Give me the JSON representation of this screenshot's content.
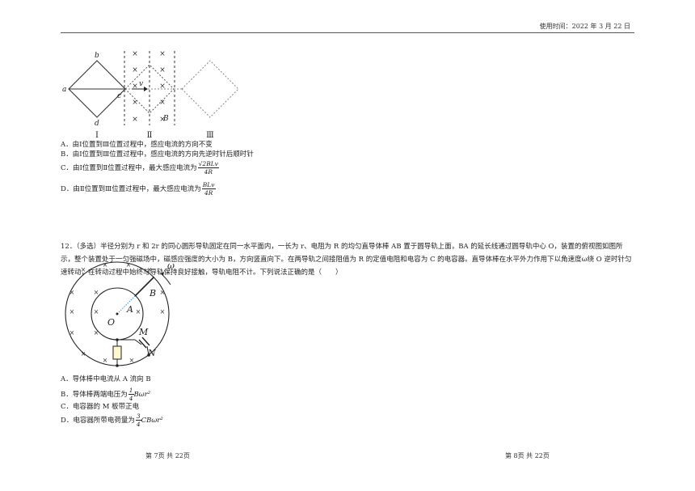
{
  "header": {
    "date_text": "使用时间：2022 年 3 月 22 日"
  },
  "q11": {
    "figure": {
      "labels": {
        "a": "a",
        "b": "b",
        "c": "c",
        "d": "d",
        "v": "v",
        "B": "B",
        "pos1": "Ⅰ",
        "pos2": "Ⅱ",
        "pos3": "Ⅲ"
      },
      "cross": "×"
    },
    "options": {
      "A": "A．由Ⅰ位置到Ⅲ位置过程中，感应电流的方向不变",
      "B": "B．由Ⅰ位置到Ⅲ位置过程中，感应电流的方向先逆时针后顺时针",
      "C_prefix": "C．由Ⅰ位置到Ⅱ位置过程中，最大感应电流为",
      "C_num": "√2BLv",
      "C_den": "4R",
      "D_prefix": "D．由Ⅱ位置到Ⅲ位置过程中，最大感应电流为",
      "D_num": "BLv",
      "D_den": "4R"
    }
  },
  "q12": {
    "stem": "12．（多选）半径分别为 r 和 2r 的同心圆形导轨固定在同一水平面内，一长为 r、电阻为 R 的均匀直导体棒 AB 置于圆导轨上面，BA 的延长线通过圆导轨中心 O，装置的俯视图如图所示，整个装置处于一匀强磁场中，磁感应强度的大小为 B，方向竖直向下。在两导轨之间接阻值为 R 的定值电阻和电容为 C 的电容器。直导体棒在水平外力作用下以角速度ω绕 O 逆时针匀速转动，在转动过程中始终与导轨保持良好接触，导轨电阻不计。下列说法正确的是（　　）",
    "figure": {
      "labels": {
        "omega": "ω",
        "B": "B",
        "A": "A",
        "O": "O",
        "M": "M",
        "N": "N"
      },
      "cross": "×"
    },
    "options": {
      "A": "A．导体棒中电流从 A 流向 B",
      "B_prefix": "B．导体棒两端电压为",
      "B_num": "1",
      "B_den": "4",
      "B_suffix": "Bωr²",
      "C": "C．电容器的 M 板带正电",
      "D_prefix": "D．电容器所带电荷量为",
      "D_num": "3",
      "D_den": "4",
      "D_suffix": "CBωr²"
    }
  },
  "footer": {
    "left": "第 7页  共 22页",
    "right": "第 8页  共 22页"
  }
}
